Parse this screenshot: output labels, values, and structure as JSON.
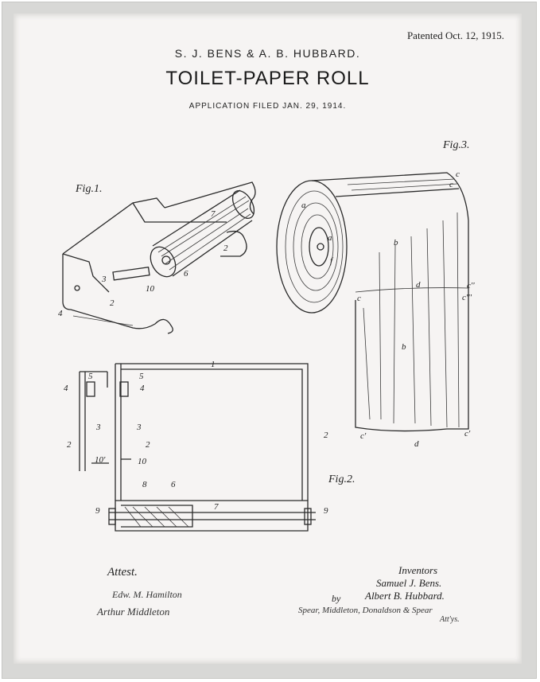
{
  "header": {
    "patented": "Patented Oct. 12, 1915.",
    "inventors": "S. J. BENS & A. B. HUBBARD.",
    "title": "TOILET-PAPER ROLL",
    "application": "APPLICATION FILED JAN. 29, 1914."
  },
  "figures": {
    "fig1": "Fig.1.",
    "fig2": "Fig.2.",
    "fig3": "Fig.3."
  },
  "fig1_labels": [
    "7",
    "2",
    "6",
    "3",
    "10",
    "2",
    "4"
  ],
  "fig2_labels": [
    "1",
    "5",
    "4",
    "4",
    "5",
    "3",
    "3",
    "2",
    "2",
    "2",
    "10'",
    "10",
    "8",
    "6",
    "9",
    "7",
    "9"
  ],
  "fig3_labels": [
    "a",
    "c",
    "c",
    "b",
    "a",
    "f",
    "d",
    "c''",
    "c'''",
    "c",
    "b",
    "c'",
    "c'",
    "d"
  ],
  "footer": {
    "attest": "Attest.",
    "witness1": "Edw. M. Hamilton",
    "witness2": "Arthur Middleton",
    "inventors_label": "Inventors",
    "inventor1": "Samuel J. Bens.",
    "inventor2": "Albert B. Hubbard.",
    "by": "by",
    "attorneys": "Spear, Middleton, Donaldson & Spear",
    "attys": "Att'ys."
  }
}
